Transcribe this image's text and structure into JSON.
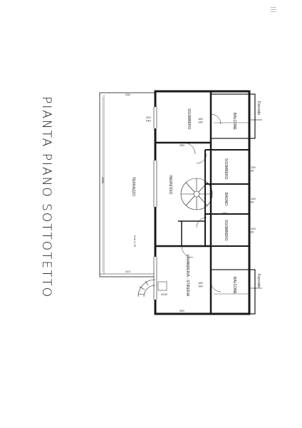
{
  "plan": {
    "title": "PIANTA PIANO SOTTOTETTO",
    "rooms": {
      "terrazzo": "TERRAZZO",
      "sgombero_top": "SGOMBERO",
      "balcone_top": "BALCONE",
      "ingresso": "INGRESSO",
      "sgombero_mid": "SGOMBERO",
      "bagno": "BAGNO",
      "sgombero_low": "SGOMBERO",
      "lavanderia": "LAVANDERIA - STIRERIA",
      "balcone_bottom": "BALCONE"
    },
    "facade_labels": [
      "Facciata",
      "Facciata"
    ],
    "dimensions": {
      "d_230": "230",
      "d_200_240": "200\n240",
      "d_1050": "1050",
      "d_ht170": "H.m 1.70",
      "d_413": "413",
      "d_160_190_a": "160\n190",
      "d_250": "250",
      "d_100_60_a": "100\n60",
      "d_100_60_b": "100\n60",
      "d_100_60_c": "100\n60",
      "d_243": "243",
      "d_160_190_b": "160\n190",
      "d_3120": "3120",
      "d_350": "350"
    }
  },
  "colors": {
    "ink": "#1a1a1a",
    "paper": "#ffffff",
    "wall_fill": "#d9d9d9"
  }
}
